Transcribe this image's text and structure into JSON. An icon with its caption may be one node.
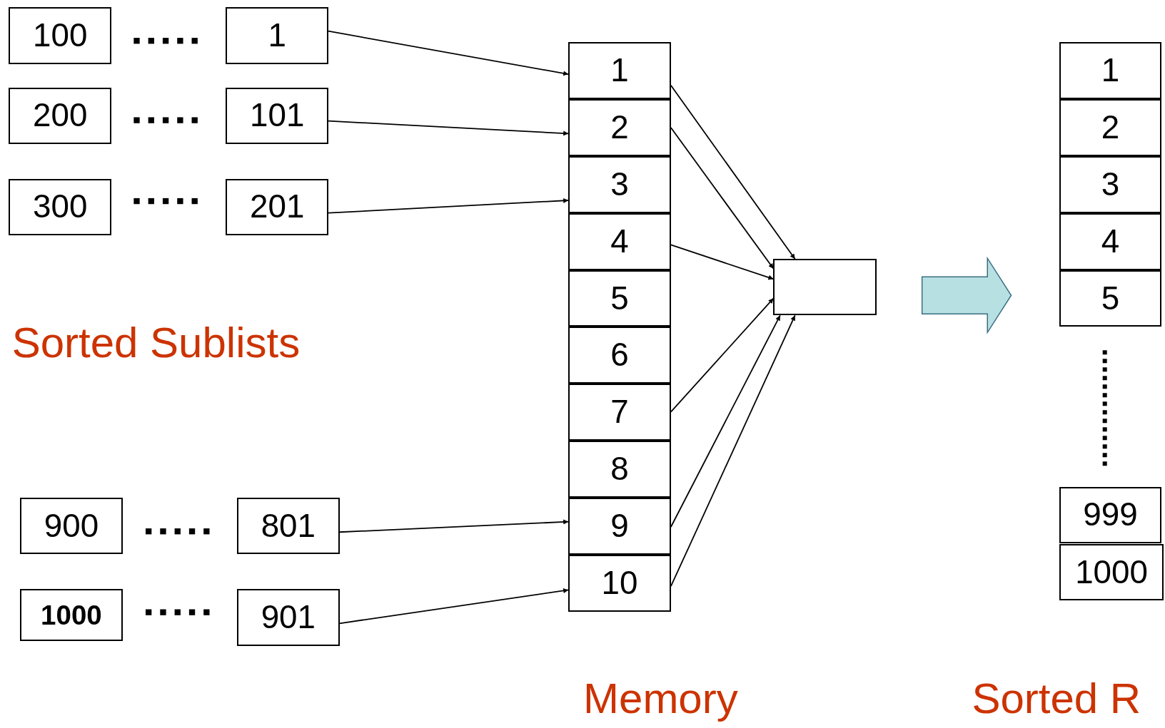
{
  "diagram": {
    "nodes": [
      {
        "text": [
          "100"
        ]
      },
      {
        "text": [
          "1"
        ]
      },
      {
        "text": [
          "200"
        ]
      },
      {
        "text": [
          "101"
        ]
      },
      {
        "text": [
          "300"
        ]
      },
      {
        "text": [
          "201"
        ]
      },
      {
        "text": [
          "900"
        ]
      },
      {
        "text": [
          "801"
        ]
      },
      {
        "text": [
          "1000"
        ]
      },
      {
        "text": [
          "901"
        ]
      },
      {
        "text": [
          "1"
        ]
      },
      {
        "text": [
          "2"
        ]
      },
      {
        "text": [
          "3"
        ]
      },
      {
        "text": [
          "4"
        ]
      },
      {
        "text": [
          "5"
        ]
      },
      {
        "text": [
          "6"
        ]
      },
      {
        "text": [
          "7"
        ]
      },
      {
        "text": [
          "8"
        ]
      },
      {
        "text": [
          "9"
        ]
      },
      {
        "text": [
          "10"
        ]
      },
      {
        "text": [],
        "shape": "box"
      },
      {
        "text": [
          "1"
        ]
      },
      {
        "text": [
          "2"
        ]
      },
      {
        "text": [
          "3"
        ]
      },
      {
        "text": [
          "4"
        ]
      },
      {
        "text": [
          "5"
        ]
      },
      {
        "text": [
          "999"
        ]
      },
      {
        "text": [
          "1000"
        ]
      }
    ],
    "edges": [
      {
        "from": 1,
        "to": 10,
        "arrow": "to"
      },
      {
        "from": 3,
        "to": 11,
        "arrow": "to"
      },
      {
        "from": 5,
        "to": 12,
        "arrow": "to"
      },
      {
        "from": 7,
        "to": 18,
        "arrow": "to"
      },
      {
        "from": 9,
        "to": 19,
        "arrow": "to"
      },
      {
        "from": 10,
        "to": 20,
        "arrow": "to"
      },
      {
        "from": 11,
        "to": 20,
        "arrow": "to"
      },
      {
        "from": 13,
        "to": 20,
        "arrow": "to"
      },
      {
        "from": 16,
        "to": 20,
        "arrow": "to"
      },
      {
        "from": 18,
        "to": 20,
        "arrow": "to"
      },
      {
        "from": 19,
        "to": 20,
        "arrow": "to"
      },
      {
        "from": 20,
        "to": 25,
        "arrow": "to",
        "style": "thick",
        "color": "#b7e0e3"
      }
    ],
    "labels": [
      "Sorted Sublists",
      "Memory",
      "Sorted R"
    ]
  }
}
